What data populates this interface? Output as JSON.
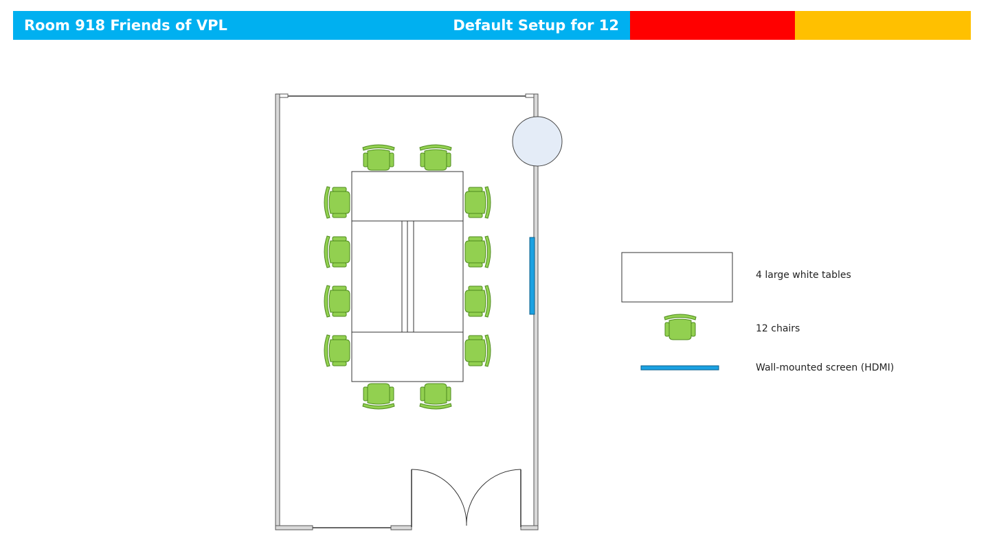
{
  "header": {
    "title": "Room 918 Friends of VPL",
    "setup": "Default Setup for 12",
    "colors": {
      "blue": "#00b0f0",
      "red": "#ff0000",
      "amber": "#ffc000"
    }
  },
  "legend": {
    "tables_label": "4 large white tables",
    "chairs_label": "12 chairs",
    "screen_label": "Wall-mounted screen (HDMI)"
  },
  "colors": {
    "chair_fill": "#92d050",
    "chair_stroke": "#4e8a1e",
    "screen_fill": "#1ba1e2",
    "wall_fill": "#d9d9d9",
    "column_fill": "#e4ecf7"
  },
  "counts": {
    "tables": 4,
    "chairs": 12
  }
}
